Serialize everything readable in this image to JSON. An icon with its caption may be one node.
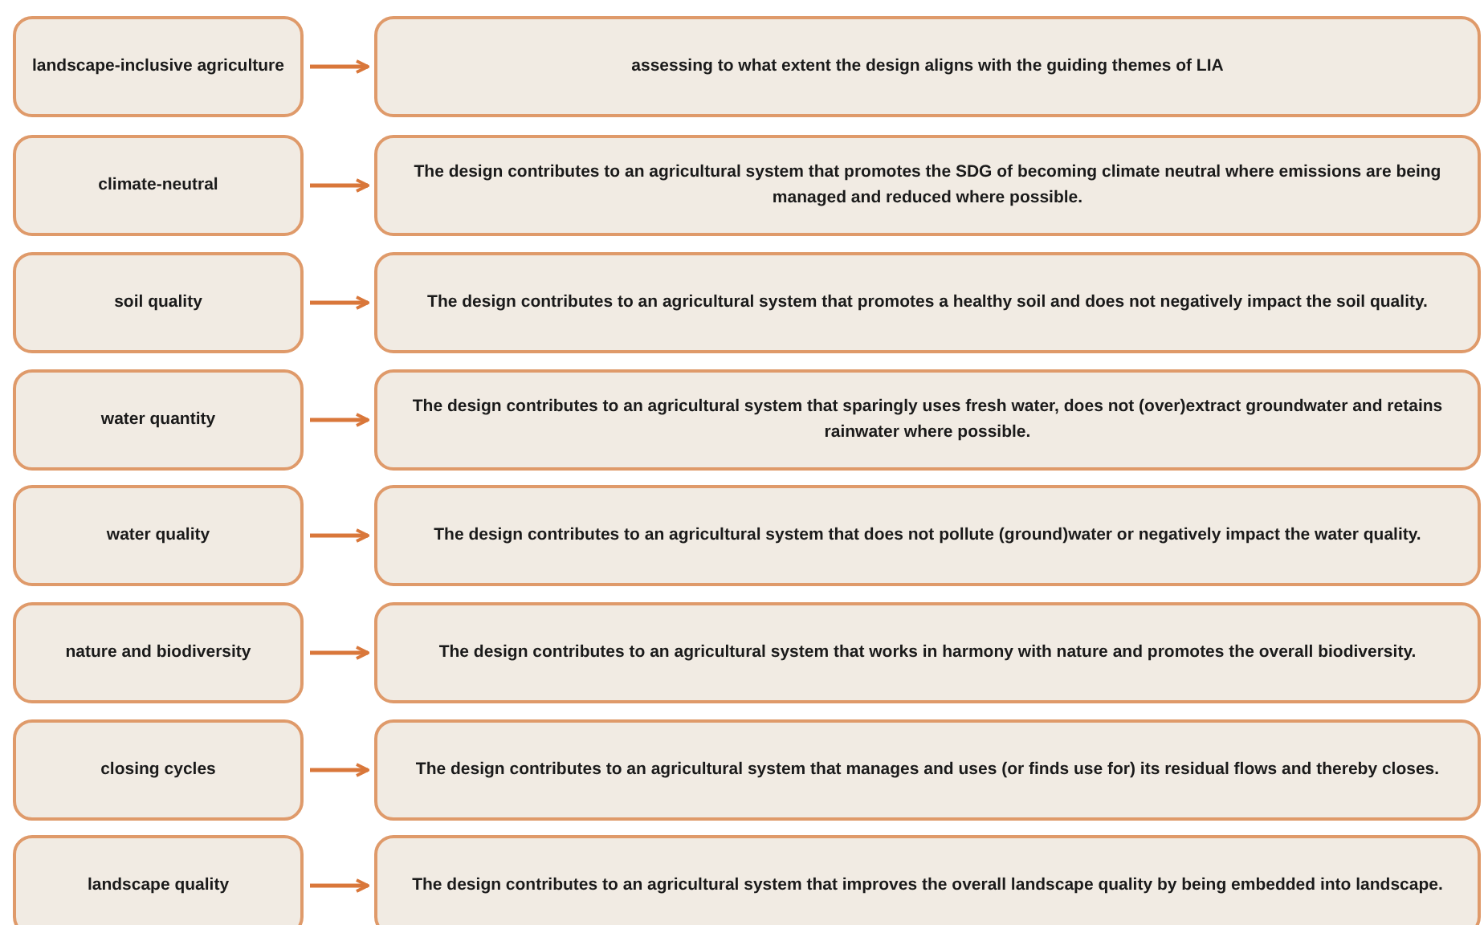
{
  "diagram": {
    "nodes": [
      {
        "text": [
          "landscape-inclusive agriculture"
        ]
      },
      {
        "text": [
          "assessing to what extent the design aligns with the guiding themes of LIA"
        ]
      },
      {
        "text": [
          "climate-neutral"
        ]
      },
      {
        "text": [
          "The design contributes to an agricultural system that promotes the SDG of becoming climate neutral where emissions are being managed and reduced where possible."
        ]
      },
      {
        "text": [
          "soil quality"
        ]
      },
      {
        "text": [
          "The design contributes to an agricultural system that promotes a healthy soil and does not negatively impact the soil quality."
        ]
      },
      {
        "text": [
          "water quantity"
        ]
      },
      {
        "text": [
          "The design contributes to an agricultural system that sparingly uses fresh water, does not (over)extract groundwater and retains rainwater where possible."
        ]
      },
      {
        "text": [
          "water quality"
        ]
      },
      {
        "text": [
          "The design contributes to an agricultural system that does not pollute (ground)water or negatively impact the water quality."
        ]
      },
      {
        "text": [
          "nature and biodiversity"
        ]
      },
      {
        "text": [
          "The design contributes to an agricultural system that works in harmony with nature and promotes the overall biodiversity."
        ]
      },
      {
        "text": [
          "closing cycles"
        ]
      },
      {
        "text": [
          "The design contributes to an agricultural system that manages and uses (or finds use for) its residual flows and thereby closes."
        ]
      },
      {
        "text": [
          "landscape quality"
        ]
      },
      {
        "text": [
          "The design contributes to an agricultural system that improves the overall landscape quality by being embedded into landscape."
        ]
      }
    ],
    "edges": [
      {
        "from": 0,
        "to": 1,
        "arrow": "to"
      },
      {
        "from": 2,
        "to": 3,
        "arrow": "to"
      },
      {
        "from": 4,
        "to": 5,
        "arrow": "to"
      },
      {
        "from": 6,
        "to": 7,
        "arrow": "to"
      },
      {
        "from": 8,
        "to": 9,
        "arrow": "to"
      },
      {
        "from": 10,
        "to": 11,
        "arrow": "to"
      },
      {
        "from": 12,
        "to": 13,
        "arrow": "to"
      },
      {
        "from": 14,
        "to": 15,
        "arrow": "to"
      }
    ]
  }
}
